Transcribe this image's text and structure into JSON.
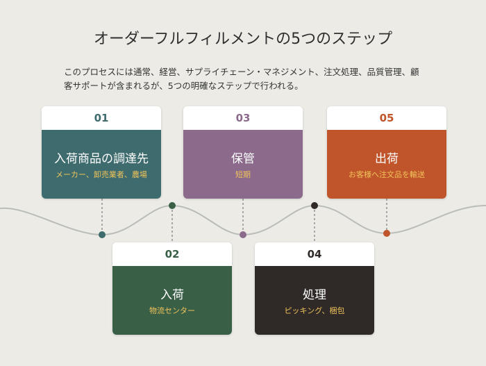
{
  "title": "オーダーフルフィルメントの5つのステップ",
  "description": "このプロセスには通常、経営、サプライチェーン・マネジメント、注文処理、品質管理、顧客サポートが含まれるが、5つの明確なステップで行われる。",
  "steps": [
    {
      "num": "01",
      "title": "入荷商品の調達先",
      "subtitle": "メーカー、卸売業者、農場",
      "color": "#3e6b6e"
    },
    {
      "num": "02",
      "title": "入荷",
      "subtitle": "物流センター",
      "color": "#3a5f47"
    },
    {
      "num": "03",
      "title": "保管",
      "subtitle": "短期",
      "color": "#8b6a8c"
    },
    {
      "num": "04",
      "title": "処理",
      "subtitle": "ピッキング、梱包",
      "color": "#2f2a27"
    },
    {
      "num": "05",
      "title": "出荷",
      "subtitle": "お客様へ注文品を輸送",
      "color": "#c0542a"
    }
  ],
  "colors": {
    "background": "#ecebe6",
    "wave": "#b9bcb8",
    "connector": "#666666"
  }
}
